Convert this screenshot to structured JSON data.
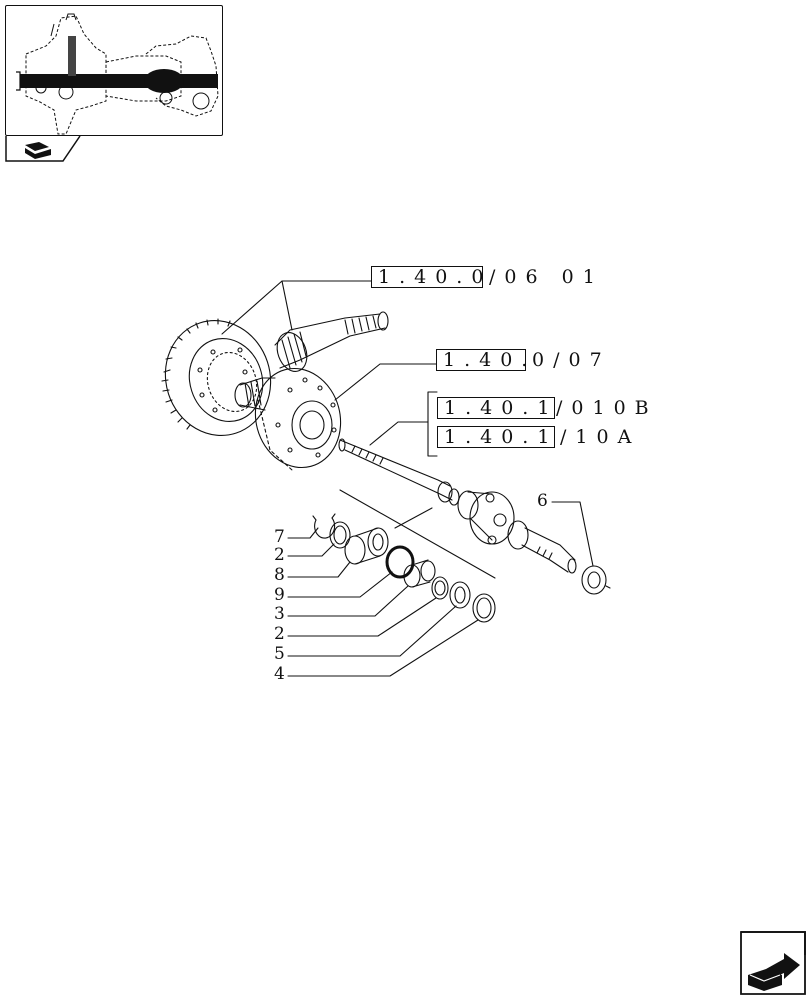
{
  "references": [
    {
      "boxed": "1.40.0",
      "suffix": "/06 01"
    },
    {
      "boxed": "1.40.",
      "suffix": "0/07"
    },
    {
      "boxed": "1.40.1",
      "suffix": "/010B"
    },
    {
      "boxed": "1.40.1",
      "suffix": "/10A"
    }
  ],
  "callouts": [
    "7",
    "2",
    "8",
    "9",
    "3",
    "2",
    "5",
    "4",
    "6"
  ],
  "icons": {
    "thumbnail": "axle-assembly-thumbnail",
    "tab": "book-icon",
    "nav": "next-page-arrow-icon"
  }
}
